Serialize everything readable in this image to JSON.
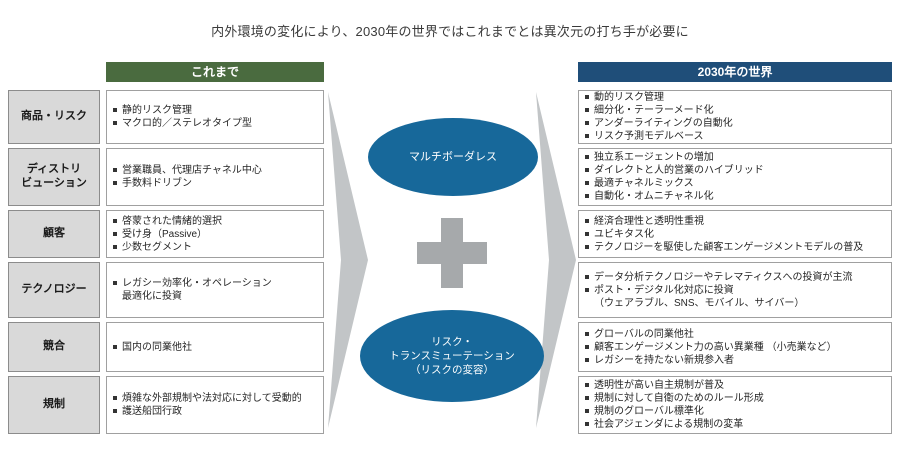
{
  "title": "内外環境の変化により、2030年の世界ではこれまでとは異次元の打ち手が必要に",
  "headers": {
    "left": "これまで",
    "right": "2030年の世界"
  },
  "center": {
    "top_ellipse": "マルチボーダレス",
    "bottom_ellipse": "リスク・\nトランスミューテーション\n（リスクの変容）",
    "plus_icon": "plus"
  },
  "rows": [
    {
      "category": "商品・リスク",
      "before": [
        "静的リスク管理",
        "マクロ的／ステレオタイプ型"
      ],
      "after": [
        "動的リスク管理",
        "細分化・テーラーメード化",
        "アンダーライティングの自動化",
        "リスク予測モデルベース"
      ]
    },
    {
      "category": "ディストリ\nビューション",
      "before": [
        "営業職員、代理店チャネル中心",
        "手数料ドリブン"
      ],
      "after": [
        "独立系エージェントの増加",
        "ダイレクトと人的営業のハイブリッド",
        "最適チャネルミックス",
        "自動化・オムニチャネル化"
      ]
    },
    {
      "category": "顧客",
      "before": [
        "啓蒙された情緒的選択",
        "受け身（Passive）",
        "少数セグメント"
      ],
      "after": [
        "経済合理性と透明性重視",
        "ユビキタス化",
        "テクノロジーを駆使した顧客エンゲージメントモデルの普及"
      ]
    },
    {
      "category": "テクノロジー",
      "before": [
        "レガシー効率化・オペレーション\n最適化に投資"
      ],
      "after": [
        "データ分析テクノロジーやテレマティクスへの投資が主流",
        "ポスト・デジタル化対応に投資\n（ウェアラブル、SNS、モバイル、サイバー）"
      ]
    },
    {
      "category": "競合",
      "before": [
        "国内の同業他社"
      ],
      "after": [
        "グローバルの同業他社",
        "顧客エンゲージメント力の高い異業種 （小売業など）",
        "レガシーを持たない新規参入者"
      ]
    },
    {
      "category": "規制",
      "before": [
        "煩雑な外部規制や法対応に対して受動的",
        "護送船団行政"
      ],
      "after": [
        "透明性が高い自主規制が普及",
        "規制に対して自衛のためのルール形成",
        "規制のグローバル標準化",
        "社会アジェンダによる規制の変革"
      ]
    }
  ],
  "colors": {
    "green": "#4a6b3f",
    "blue": "#1f4e79",
    "ellipse": "#17689a",
    "chevron": "#c2c5c7",
    "plus": "#a6a9ab",
    "graybox": "#d9d9d9"
  }
}
